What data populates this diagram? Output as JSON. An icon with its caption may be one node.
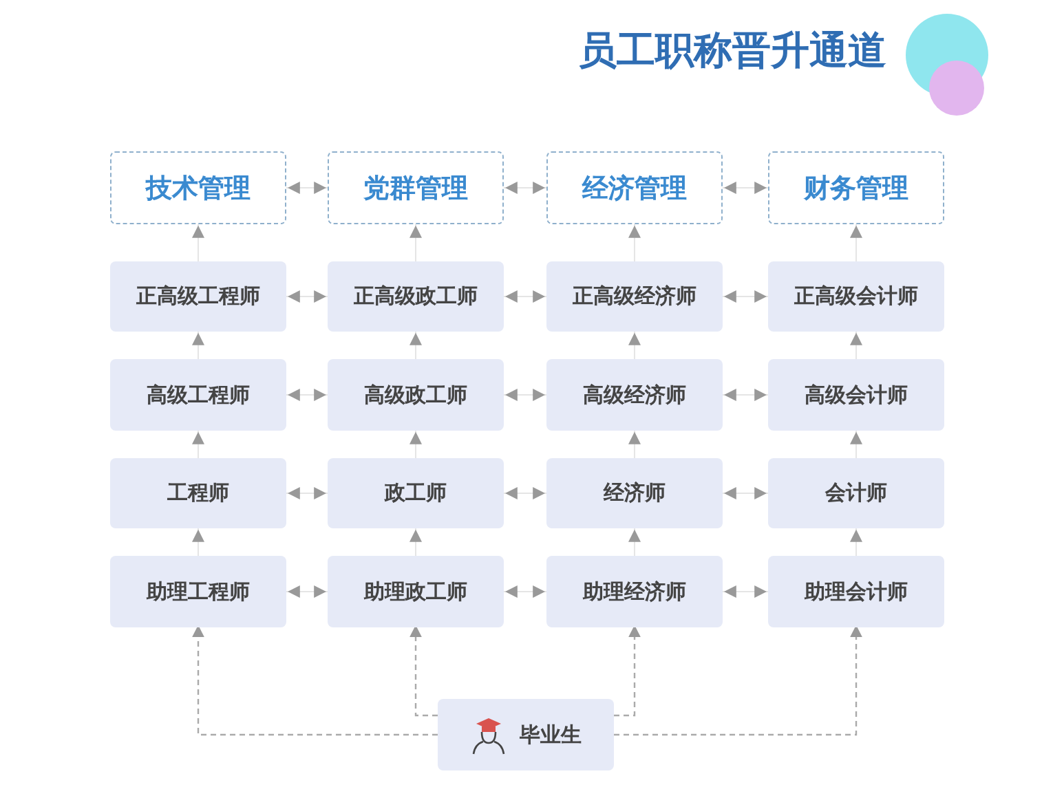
{
  "diagram": {
    "title": "员工职称晋升通道",
    "nodes": [
      {
        "text": [
          "技术管理"
        ]
      },
      {
        "text": [
          "党群管理"
        ]
      },
      {
        "text": [
          "经济管理"
        ]
      },
      {
        "text": [
          "财务管理"
        ]
      },
      {
        "text": [
          "正高级工程师"
        ]
      },
      {
        "text": [
          "正高级政工师"
        ]
      },
      {
        "text": [
          "正高级经济师"
        ]
      },
      {
        "text": [
          "正高级会计师"
        ]
      },
      {
        "text": [
          "高级工程师"
        ]
      },
      {
        "text": [
          "高级政工师"
        ]
      },
      {
        "text": [
          "高级经济师"
        ]
      },
      {
        "text": [
          "高级会计师"
        ]
      },
      {
        "text": [
          "工程师"
        ]
      },
      {
        "text": [
          "政工师"
        ]
      },
      {
        "text": [
          "经济师"
        ]
      },
      {
        "text": [
          "会计师"
        ]
      },
      {
        "text": [
          "助理工程师"
        ]
      },
      {
        "text": [
          "助理政工师"
        ]
      },
      {
        "text": [
          "助理经济师"
        ]
      },
      {
        "text": [
          "助理会计师"
        ]
      },
      {
        "text": [
          "毕业生"
        ]
      }
    ],
    "edges": [
      {
        "from": 0,
        "to": 1,
        "arrow": "both"
      },
      {
        "from": 1,
        "to": 2,
        "arrow": "both"
      },
      {
        "from": 2,
        "to": 3,
        "arrow": "both"
      },
      {
        "from": 4,
        "to": 5,
        "arrow": "both"
      },
      {
        "from": 5,
        "to": 6,
        "arrow": "both"
      },
      {
        "from": 6,
        "to": 7,
        "arrow": "both"
      },
      {
        "from": 8,
        "to": 9,
        "arrow": "both"
      },
      {
        "from": 9,
        "to": 10,
        "arrow": "both"
      },
      {
        "from": 10,
        "to": 11,
        "arrow": "both"
      },
      {
        "from": 12,
        "to": 13,
        "arrow": "both"
      },
      {
        "from": 13,
        "to": 14,
        "arrow": "both"
      },
      {
        "from": 14,
        "to": 15,
        "arrow": "both"
      },
      {
        "from": 16,
        "to": 17,
        "arrow": "both"
      },
      {
        "from": 17,
        "to": 18,
        "arrow": "both"
      },
      {
        "from": 18,
        "to": 19,
        "arrow": "both"
      },
      {
        "from": 4,
        "to": 0,
        "arrow": "to"
      },
      {
        "from": 5,
        "to": 1,
        "arrow": "to"
      },
      {
        "from": 6,
        "to": 2,
        "arrow": "to"
      },
      {
        "from": 7,
        "to": 3,
        "arrow": "to"
      },
      {
        "from": 8,
        "to": 4,
        "arrow": "to"
      },
      {
        "from": 9,
        "to": 5,
        "arrow": "to"
      },
      {
        "from": 10,
        "to": 6,
        "arrow": "to"
      },
      {
        "from": 11,
        "to": 7,
        "arrow": "to"
      },
      {
        "from": 12,
        "to": 8,
        "arrow": "to"
      },
      {
        "from": 13,
        "to": 9,
        "arrow": "to"
      },
      {
        "from": 14,
        "to": 10,
        "arrow": "to"
      },
      {
        "from": 15,
        "to": 11,
        "arrow": "to"
      },
      {
        "from": 16,
        "to": 12,
        "arrow": "to"
      },
      {
        "from": 17,
        "to": 13,
        "arrow": "to"
      },
      {
        "from": 18,
        "to": 14,
        "arrow": "to"
      },
      {
        "from": 19,
        "to": 15,
        "arrow": "to"
      },
      {
        "from": 20,
        "to": 16,
        "arrow": "to",
        "style": "dashed"
      },
      {
        "from": 20,
        "to": 17,
        "arrow": "to",
        "style": "dashed"
      },
      {
        "from": 20,
        "to": 18,
        "arrow": "to",
        "style": "dashed"
      },
      {
        "from": 20,
        "to": 19,
        "arrow": "to",
        "style": "dashed"
      }
    ]
  }
}
